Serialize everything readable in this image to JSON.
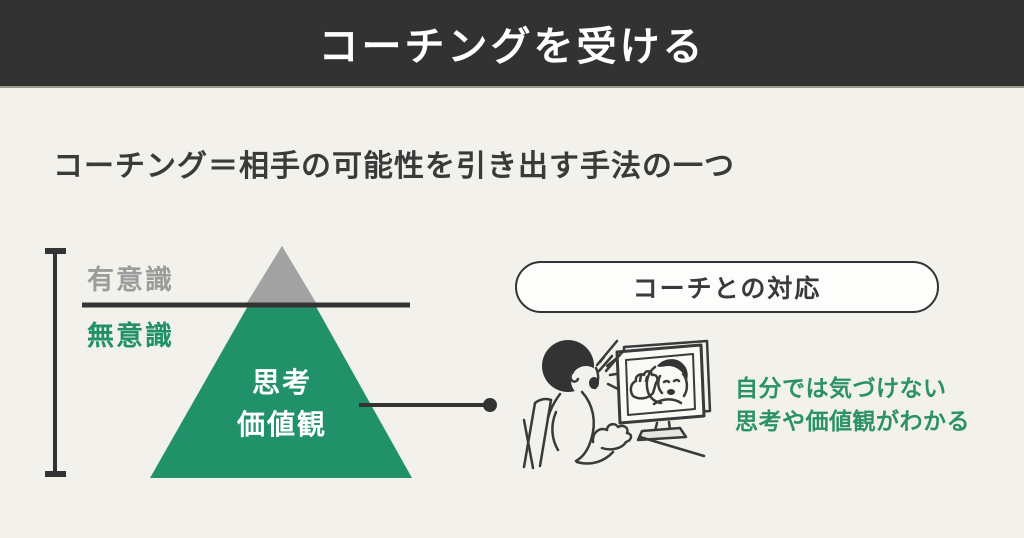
{
  "header": {
    "title": "コーチングを受ける"
  },
  "subtitle": "コーチング＝相手の可能性を引き出す手法の一つ",
  "pyramid_diagram": {
    "conscious_label": "有意識",
    "unconscious_label": "無意識",
    "inner_label_line1": "思考",
    "inner_label_line2": "価値観"
  },
  "coach_section": {
    "pill_label": "コーチとの対応",
    "caption_line1": "自分では気づけない",
    "caption_line2": "思考や価値観がわかる",
    "illustration": "video-call-with-coach-illustration"
  },
  "colors": {
    "background": "#f2f1ec",
    "header_bg": "#323232",
    "text_dark": "#3a3a3a",
    "gray": "#a2a2a2",
    "green": "#21916a",
    "green_text": "#2b9267",
    "white": "#ffffff"
  }
}
